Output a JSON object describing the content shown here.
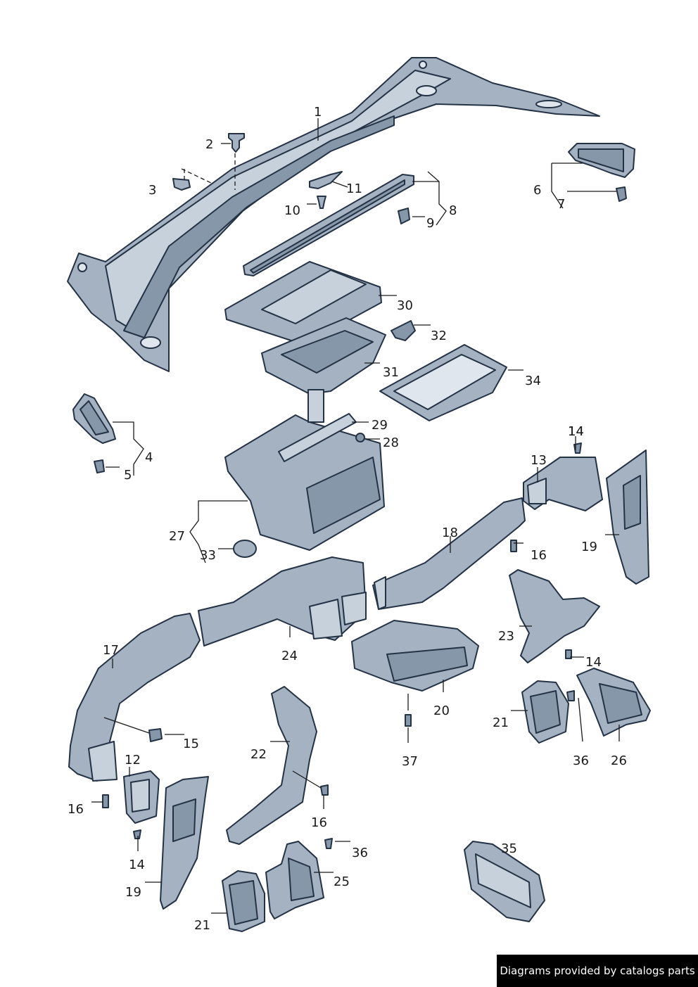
{
  "callouts": [
    "1",
    "2",
    "3",
    "4",
    "5",
    "6",
    "7",
    "8",
    "9",
    "10",
    "11",
    "12",
    "13",
    "14",
    "14",
    "14",
    "14",
    "15",
    "16",
    "16",
    "16",
    "17",
    "18",
    "19",
    "19",
    "20",
    "21",
    "21",
    "22",
    "23",
    "24",
    "25",
    "26",
    "27",
    "28",
    "29",
    "30",
    "31",
    "32",
    "33",
    "34",
    "35",
    "36",
    "36",
    "37"
  ],
  "credit": "Diagrams provided by catalogs parts",
  "colors": {
    "part_fill": "#a4b2c2",
    "part_outline": "#243245",
    "background": "#ffffff",
    "credit_bg": "#000000"
  }
}
